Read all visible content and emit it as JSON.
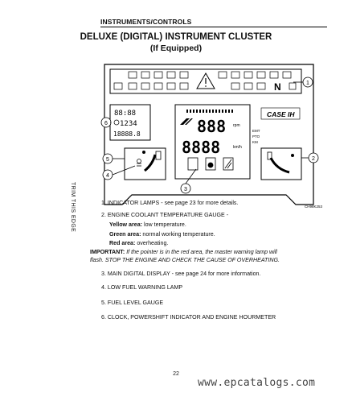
{
  "header": {
    "section": "INSTRUMENTS/CONTROLS",
    "title": "DELUXE (DIGITAL) INSTRUMENT CLUSTER",
    "subtitle": "(If Equipped)"
  },
  "side_text": "TRIM THIS EDGE",
  "diagram": {
    "figure_code": "CH98K253",
    "brand_logo": "CASE IH",
    "gear_indicator": "N",
    "clock_time": "88:88",
    "powershift_value": "1234",
    "hourmeter_value": "18888.8",
    "main_display_top": "888",
    "main_display_bottom": "8888",
    "main_unit_1": "rpm",
    "main_unit_2": "km/h",
    "right_unit_1": "EMT",
    "right_unit_2": "PTO",
    "right_unit_3": "KM",
    "callouts": [
      "1",
      "2",
      "3",
      "4",
      "5",
      "6"
    ]
  },
  "items": {
    "item1": "1. INDICATOR LAMPS - see page 23 for more details.",
    "item2": "2. ENGINE COOLANT TEMPERATURE GAUGE -",
    "yellow_label": "Yellow area:",
    "yellow_text": " low temperature.",
    "green_label": "Green area:",
    "green_text": " normal working temperature.",
    "red_label": "Red area:",
    "red_text": " overheating.",
    "important_label": "IMPORTANT:",
    "important_text_1": " If the pointer is in the red area, the master warning lamp will",
    "important_text_2": "flash. STOP THE ENGINE AND CHECK THE CAUSE OF OVERHEATING.",
    "item3": "3. MAIN DIGITAL DISPLAY - see page 24 for more information.",
    "item4": "4. LOW FUEL WARNING LAMP",
    "item5": "5. FUEL LEVEL GAUGE",
    "item6": "6. CLOCK, POWERSHIFT INDICATOR AND ENGINE HOURMETER"
  },
  "footer": {
    "page_number": "22",
    "watermark": "www.epcatalogs.com"
  }
}
